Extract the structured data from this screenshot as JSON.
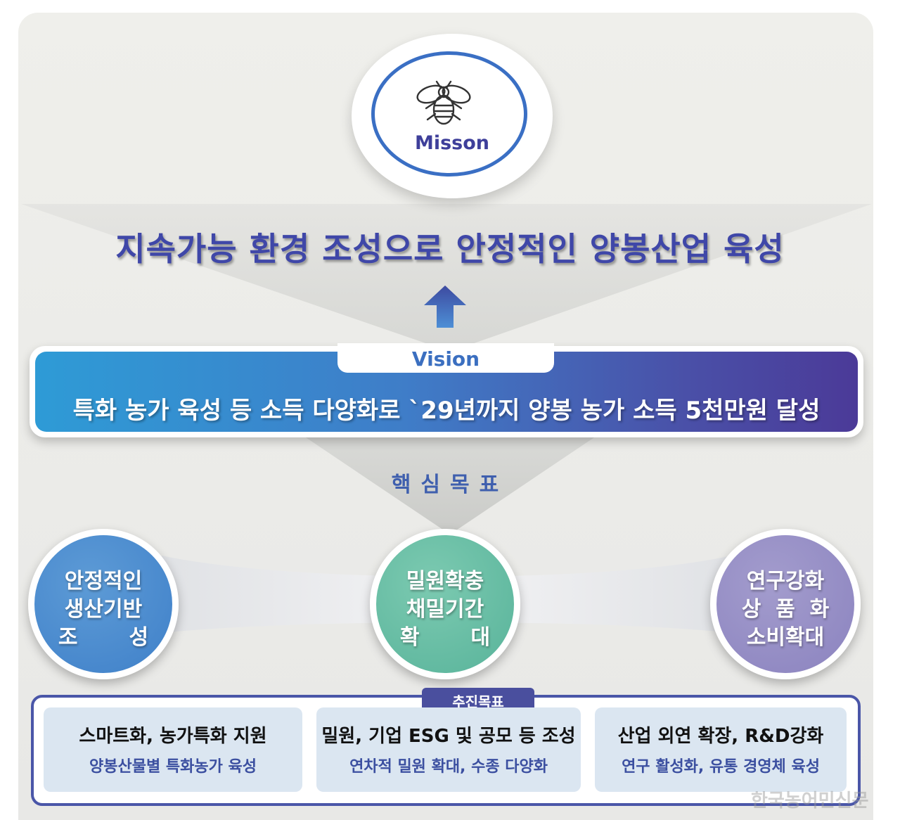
{
  "mission": {
    "label": "Misson",
    "statement": "지속가능 환경 조성으로 안정적인 양봉산업 육성"
  },
  "vision": {
    "label": "Vision",
    "statement": "특화 농가 육성 등 소득 다양화로 `29년까지 양봉 농가 소득 5천만원 달성"
  },
  "core_goals": {
    "title": "핵심목표",
    "items": [
      {
        "lines": [
          "안정적인",
          "생산기반",
          "조       성"
        ]
      },
      {
        "lines": [
          "밀원확충",
          "채밀기간",
          "확       대"
        ]
      },
      {
        "lines": [
          "연구강화",
          "상  품  화",
          "소비확대"
        ]
      }
    ]
  },
  "strategy": {
    "title": "추진목표",
    "items": [
      {
        "title": "스마트화, 농가특화 지원",
        "sub": "양봉산물별 특화농가 육성"
      },
      {
        "title": "밀원, 기업 ESG 및 공모 등 조성",
        "sub": "연차적 밀원 확대, 수종 다양화"
      },
      {
        "title": "산업 외연 확장, R&D강화",
        "sub": "연구 활성화, 유통 경영체 육성"
      }
    ]
  },
  "watermark": "한국농어민신문",
  "colors": {
    "mission_ring": "#3a6fc4",
    "vision_gradient_start": "#2e9bd6",
    "vision_gradient_end": "#4b3a98",
    "goal_1": "#3f80c9",
    "goal_2": "#58b39a",
    "goal_3": "#8b83bf",
    "strategy_border": "#4a56a8"
  }
}
